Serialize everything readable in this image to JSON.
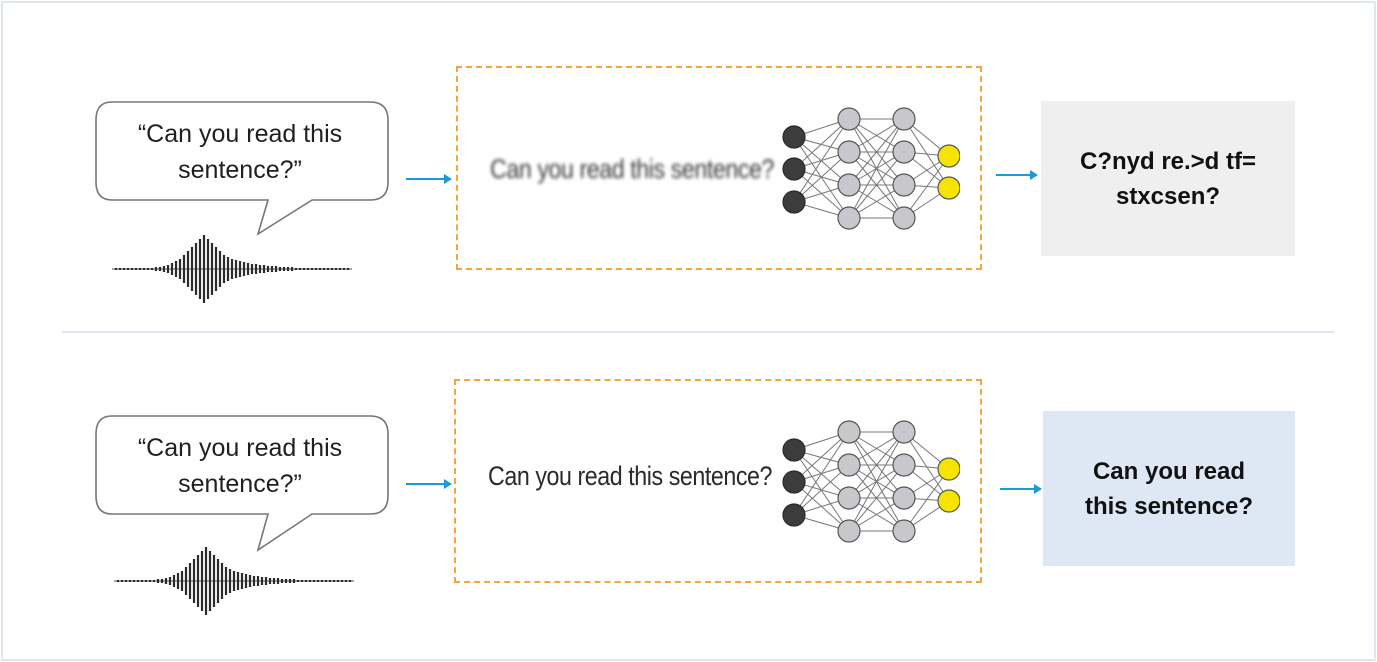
{
  "top": {
    "speech_text": "“Can you read this\nsentence?”",
    "model_input_text": "Can you read this sentence?",
    "output_text": "C?nyd re.>d tf=\nstxcsen?"
  },
  "bottom": {
    "speech_text": "“Can you read this\nsentence?”",
    "model_input_text": "Can you read this sentence?",
    "output_text": "Can you read\nthis sentence?"
  },
  "colors": {
    "dash_border": "#f3a63b",
    "arrow": "#1a9ad6",
    "node_input": "#3c3c3c",
    "node_hidden": "#c8c8cc",
    "node_output": "#f5e400",
    "result_top_bg": "#efefef",
    "result_bottom_bg": "#dde8f4"
  },
  "icons": {
    "sound_wave": "sound-wave-icon",
    "neural_network": "neural-network-icon"
  }
}
